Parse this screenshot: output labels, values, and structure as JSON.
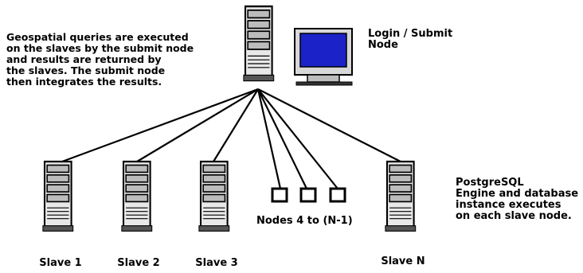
{
  "description_text": "Geospatial queries are executed\non the slaves by the submit node\nand results are returned by\nthe slaves.  The submit node\nthen integrates the results.",
  "login_label": "Login / Submit\nNode",
  "postgres_text": "PostgreSQL\nEngine and database\ninstance executes\non each slave node.",
  "nodes_range_label": "Nodes 4 to (N-1)",
  "slaves": [
    {
      "label": "Slave 1"
    },
    {
      "label": "Slave 2"
    },
    {
      "label": "Slave 3"
    },
    {
      "label": "Slave N"
    }
  ],
  "icons": {
    "submit_server": "server-tower-icon",
    "monitor": "monitor-icon",
    "slave_server": "server-tower-icon",
    "node_box": "node-box-icon"
  }
}
